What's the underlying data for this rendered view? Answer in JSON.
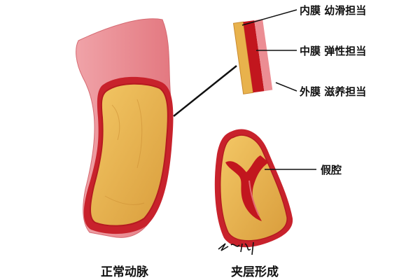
{
  "labels": {
    "inner_membrane": "内膜 幼滑担当",
    "middle_membrane": "中膜 弹性担当",
    "outer_membrane": "外膜 滋养担当",
    "false_lumen": "假腔"
  },
  "captions": {
    "normal_artery": "正常动脉",
    "dissection": "夹层形成"
  },
  "colors": {
    "outer_wall": "#e9848c",
    "inner_wall": "#c8222c",
    "lumen": "#e8b24c",
    "lumen_edge": "#b51a20",
    "ink": "#111111"
  }
}
